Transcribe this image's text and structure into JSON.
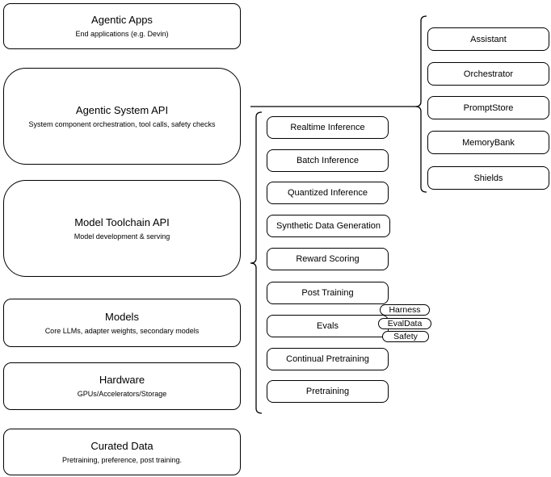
{
  "left_stack": [
    {
      "title": "Agentic Apps",
      "subtitle": "End applications (e.g. Devin)"
    },
    {
      "title": "Agentic System API",
      "subtitle": "System component orchestration, tool calls, safety checks"
    },
    {
      "title": "Model Toolchain API",
      "subtitle": "Model development & serving"
    },
    {
      "title": "Models",
      "subtitle": "Core LLMs, adapter weights, secondary models"
    },
    {
      "title": "Hardware",
      "subtitle": "GPUs/Accelerators/Storage"
    },
    {
      "title": "Curated Data",
      "subtitle": "Pretraining, preference, post training."
    }
  ],
  "toolchain": {
    "items": [
      "Realtime Inference",
      "Batch Inference",
      "Quantized Inference",
      "Synthetic Data Generation",
      "Reward Scoring",
      "Post Training",
      "Evals",
      "Continual Pretraining",
      "Pretraining"
    ]
  },
  "evals_tags": [
    "Harness",
    "EvalData",
    "Safety"
  ],
  "system_components": [
    "Assistant",
    "Orchestrator",
    "PromptStore",
    "MemoryBank",
    "Shields"
  ],
  "colors": {
    "stroke": "#000000",
    "background": "#ffffff",
    "text": "#000000"
  }
}
